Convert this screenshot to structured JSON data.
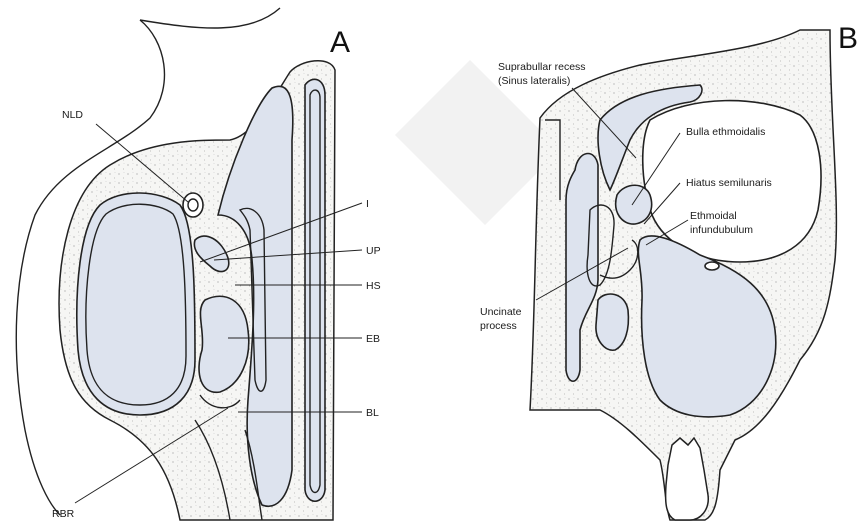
{
  "panel_a": {
    "panel_label": "A",
    "labels": {
      "nld": "NLD",
      "i": "I",
      "up": "UP",
      "hs": "HS",
      "eb": "EB",
      "bl": "BL",
      "rbr": "RBR"
    }
  },
  "panel_b": {
    "panel_label": "B",
    "labels": {
      "suprabullar_1": "Suprabullar recess",
      "suprabullar_2": "(Sinus lateralis)",
      "bulla": "Bulla ethmoidalis",
      "hiatus": "Hiatus semilunaris",
      "infund_1": "Ethmoidal",
      "infund_2": "infundubulum",
      "uncinate_1": "Uncinate",
      "uncinate_2": "process"
    }
  },
  "colors": {
    "cavity": "#dde3ee",
    "bone": "#f4f4f2",
    "stroke": "#222222"
  }
}
